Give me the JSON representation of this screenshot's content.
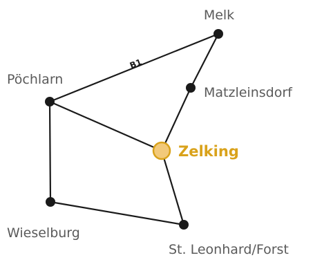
{
  "highlight": {
    "name": "Zelking",
    "color": "#d9a21b",
    "fill": "#f2c97a"
  },
  "towns": {
    "melk": "Melk",
    "matzleinsdorf": "Matzleinsdorf",
    "poechlarn": "Pöchlarn",
    "wieselburg": "Wieselburg",
    "st_leonhard": "St. Leonhard/Forst"
  },
  "roads": {
    "b1": "B1"
  },
  "colors": {
    "road": "#1a1a1a",
    "label": "#5a5a5a"
  }
}
